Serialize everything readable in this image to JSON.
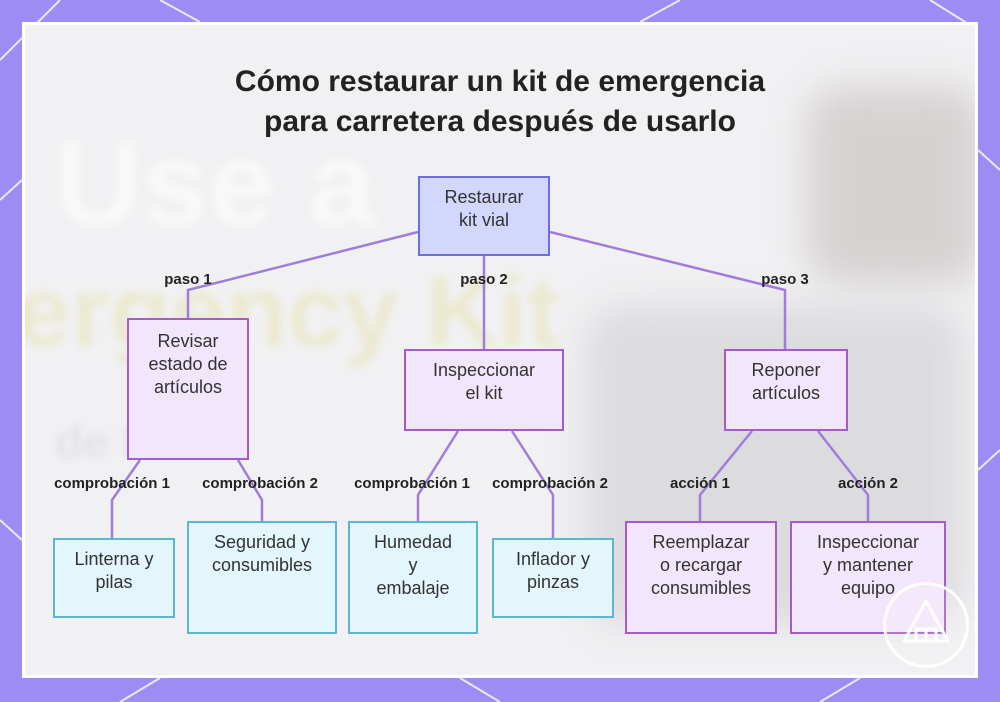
{
  "title": {
    "line1": "Cómo restaurar un kit de emergencia",
    "line2": "para carretera después de usarlo"
  },
  "background_text": {
    "use": "Use a",
    "kit": "ergency Kit",
    "sub": "de Pa"
  },
  "nodes": {
    "root": [
      "Restaurar",
      "kit vial"
    ],
    "revisar": [
      "Revisar",
      "estado de",
      "artículos"
    ],
    "inspeccionar": [
      "Inspeccionar",
      "el kit"
    ],
    "reponer": [
      "Reponer",
      "artículos"
    ],
    "linterna": [
      "Linterna y",
      "pilas"
    ],
    "seguridad": [
      "Seguridad y",
      "consumibles"
    ],
    "humedad": [
      "Humedad",
      "y",
      "embalaje"
    ],
    "inflador": [
      "Inflador y",
      "pinzas"
    ],
    "reemplazar": [
      "Reemplazar",
      "o recargar",
      "consumibles"
    ],
    "mantener": [
      "Inspeccionar",
      "y mantener",
      "equipo"
    ]
  },
  "edge_labels": {
    "paso1": "paso 1",
    "paso2": "paso 2",
    "paso3": "paso 3",
    "rev_c1": "comprobación 1",
    "rev_c2": "comprobación 2",
    "ins_c1": "comprobación 1",
    "ins_c2": "comprobación 2",
    "rep_a1": "acción 1",
    "rep_a2": "acción 2"
  },
  "colors": {
    "frame": "#9d8cf3",
    "card": "#f1f1f3",
    "root_fill": "#d3d7fb",
    "root_border": "#6a6ee0",
    "purple_fill": "#f1e6fb",
    "purple_border": "#a55cc9",
    "blue_fill": "#e3f6fb",
    "blue_border": "#5cb6cf",
    "connector": "#a07ddc"
  },
  "icons": {
    "logo": "triangle-logo-icon"
  }
}
